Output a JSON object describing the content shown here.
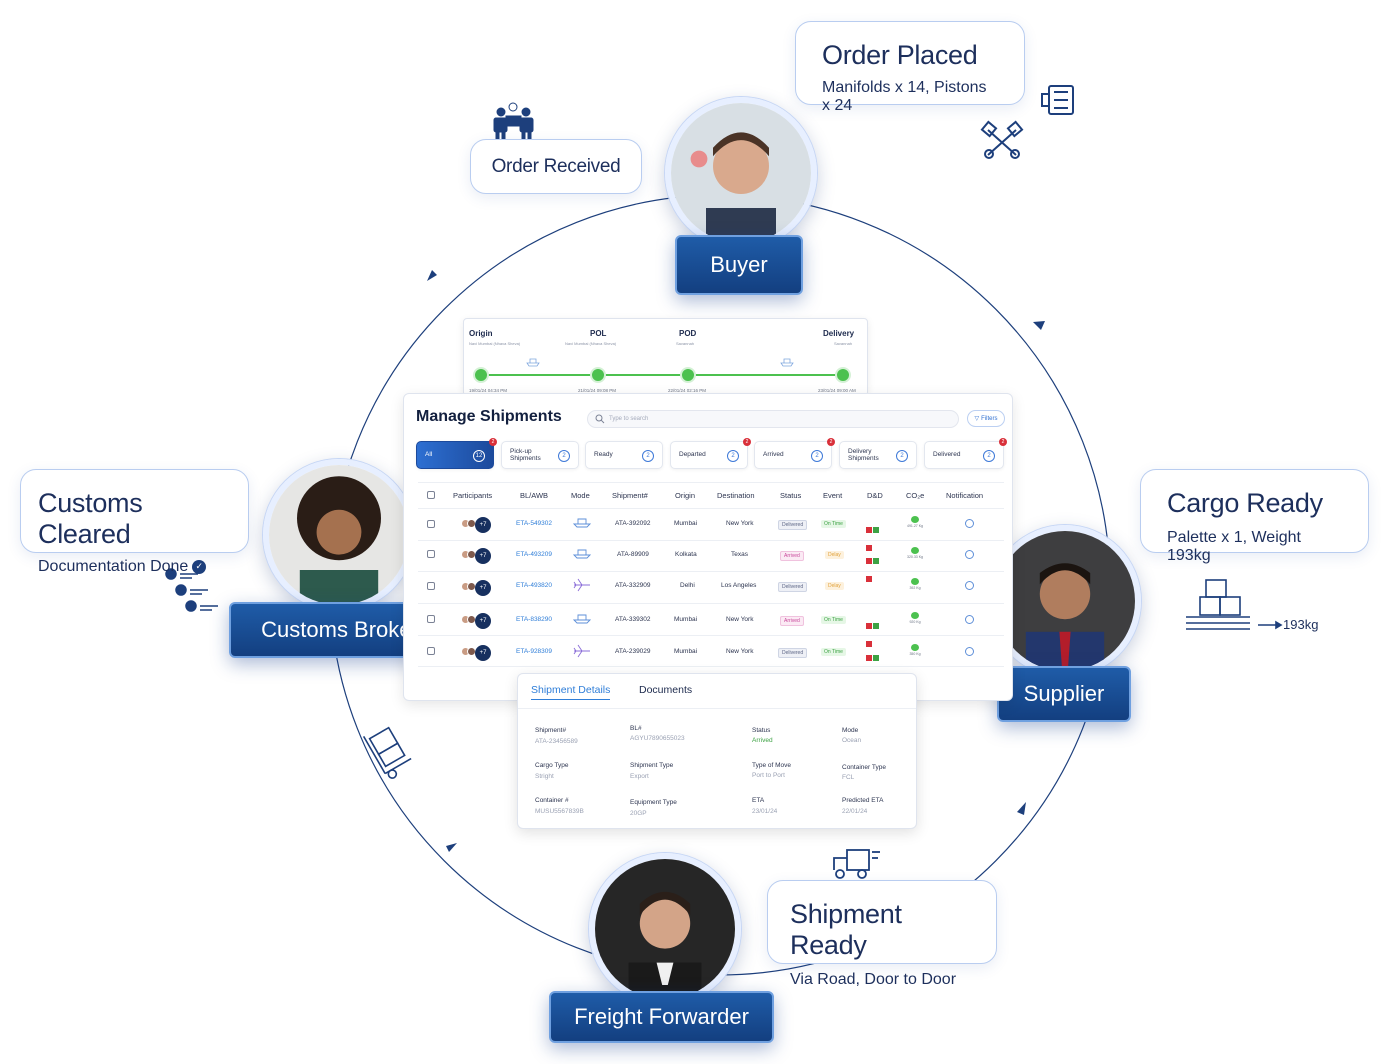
{
  "cycle": {
    "order_received": "Order Received",
    "order_placed": {
      "title": "Order Placed",
      "subtitle": "Manifolds x 14, Pistons x 24"
    },
    "cargo_ready": {
      "title": "Cargo Ready",
      "subtitle": "Palette x 1, Weight 193kg"
    },
    "weight_note": "193kg",
    "shipment_ready": {
      "title": "Shipment Ready",
      "subtitle": "Via Road, Door to Door"
    },
    "customs_cleared": {
      "title": "Customs Cleared",
      "subtitle": "Documentation Done"
    }
  },
  "roles": {
    "buyer": "Buyer",
    "supplier": "Supplier",
    "freight_forwarder": "Freight Forwarder",
    "customs_broker": "Customs Broker"
  },
  "timeline": {
    "stops": [
      {
        "name": "Origin",
        "place": "Navi Mumbai (Nhava Sheva)",
        "date": "19/01/24 04:34 PM"
      },
      {
        "name": "POL",
        "place": "Navi Mumbai (Nhava Sheva)",
        "date": "21/01/24 09:08 PM"
      },
      {
        "name": "POD",
        "place": "Savannah",
        "date": "22/01/24 02:16 PM"
      },
      {
        "name": "Delivery",
        "place": "Savannah",
        "date": "23/01/24 09:00 AM"
      }
    ]
  },
  "shipments": {
    "title": "Manage Shipments",
    "search_placeholder": "Type to search",
    "filters_label": "Filters",
    "chips": [
      {
        "label": "All",
        "count": "12",
        "badge": "2"
      },
      {
        "label": "Pick-up Shipments",
        "count": "2",
        "badge": ""
      },
      {
        "label": "Ready",
        "count": "2",
        "badge": ""
      },
      {
        "label": "Departed",
        "count": "2",
        "badge": "2"
      },
      {
        "label": "Arrived",
        "count": "2",
        "badge": "2"
      },
      {
        "label": "Delivery Shipments",
        "count": "2",
        "badge": ""
      },
      {
        "label": "Delivered",
        "count": "2",
        "badge": "2"
      }
    ],
    "columns": [
      "Participants",
      "BL/AWB",
      "Mode",
      "Shipment#",
      "Origin",
      "Destination",
      "Status",
      "Event",
      "D&D",
      "CO₂e",
      "Notification"
    ],
    "rows": [
      {
        "more": "+7",
        "bl": "ETA-549302",
        "mode": "ship",
        "shipment": "ATA-392092",
        "origin": "Mumbai",
        "destination": "New York",
        "status": "Delivered",
        "event": "On Time",
        "co2": "491.27 Kg"
      },
      {
        "more": "+7",
        "bl": "ETA-493209",
        "mode": "ship",
        "shipment": "ATA-89909",
        "origin": "Kolkata",
        "destination": "Texas",
        "status": "Arrived",
        "event": "Delay",
        "co2": "320.33 Kg"
      },
      {
        "more": "+7",
        "bl": "ETA-493820",
        "mode": "air",
        "shipment": "ATA-332909",
        "origin": "Delhi",
        "destination": "Los Angeles",
        "status": "Delivered",
        "event": "Delay",
        "co2": "392 Kg"
      },
      {
        "more": "+7",
        "bl": "ETA-838290",
        "mode": "ship",
        "shipment": "ATA-339302",
        "origin": "Mumbai",
        "destination": "New York",
        "status": "Arrived",
        "event": "On Time",
        "co2": "920 Kg"
      },
      {
        "more": "+7",
        "bl": "ETA-928309",
        "mode": "air",
        "shipment": "ATA-239029",
        "origin": "Mumbai",
        "destination": "New York",
        "status": "Delivered",
        "event": "On Time",
        "co2": "350 Kg"
      }
    ]
  },
  "details": {
    "tabs": [
      "Shipment Details",
      "Documents"
    ],
    "fields": [
      {
        "label": "Shipment#",
        "value": "ATA-23456589"
      },
      {
        "label": "BL#",
        "value": "AGYU7890655023"
      },
      {
        "label": "Status",
        "value": "Arrived"
      },
      {
        "label": "Mode",
        "value": "Ocean"
      },
      {
        "label": "Cargo Type",
        "value": "Stright"
      },
      {
        "label": "Shipment Type",
        "value": "Export"
      },
      {
        "label": "Type of Move",
        "value": "Port to Port"
      },
      {
        "label": "Container Type",
        "value": "FCL"
      },
      {
        "label": "Container #",
        "value": "MUSU5567839B"
      },
      {
        "label": "Equipment Type",
        "value": "20GP"
      },
      {
        "label": "ETA",
        "value": "23/01/24"
      },
      {
        "label": "Predicted ETA",
        "value": "22/01/24"
      }
    ]
  },
  "colors": {
    "primary": "#1a4b94",
    "accent": "#2f7ed8",
    "success": "#4cc14f",
    "alert": "#d9303a"
  }
}
